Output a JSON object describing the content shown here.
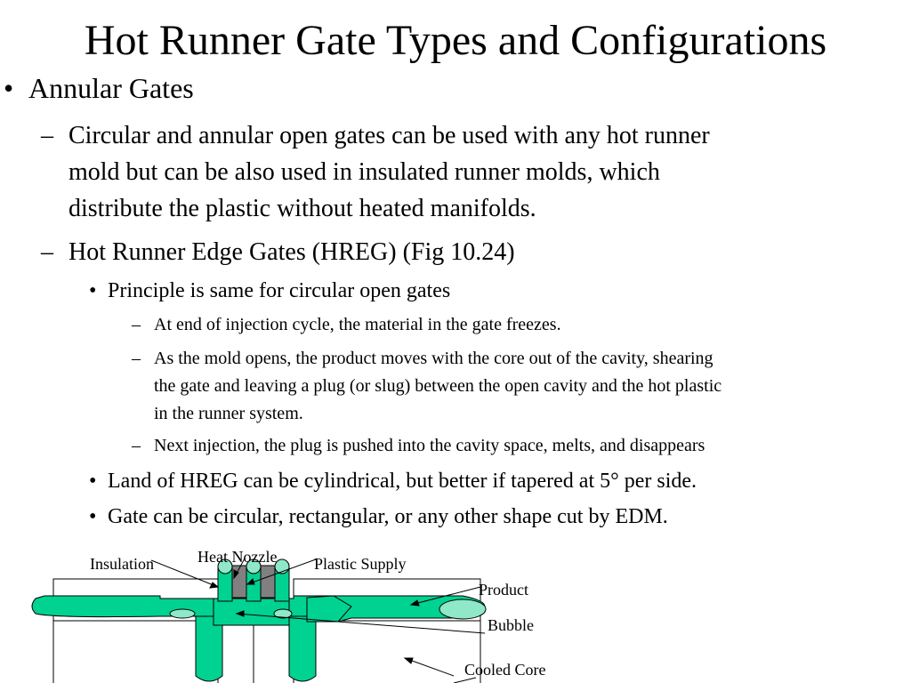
{
  "slide": {
    "title": "Hot Runner Gate Types and Configurations",
    "bullet_marker": "•",
    "dash_marker": "–",
    "heading": "Annular Gates",
    "sub1_lines": [
      "Circular and annular open gates can be used with any hot runner",
      "mold but can be also used in insulated runner molds, which",
      "distribute the plastic without heated manifolds."
    ],
    "sub2": "Hot Runner Edge Gates (HREG) (Fig 10.24)",
    "principle": "Principle is same for circular open gates",
    "details": [
      {
        "lines": [
          "At end of injection cycle, the material in the gate freezes."
        ]
      },
      {
        "lines": [
          "As the mold opens, the product moves with the core out of the cavity, shearing",
          "the gate and leaving a plug (or slug) between the open cavity and the hot plastic",
          "in the runner system."
        ]
      },
      {
        "lines": [
          "Next injection, the plug is pushed into the cavity space, melts, and disappears"
        ]
      }
    ],
    "land": "Land of HREG can be cylindrical, but better if tapered at 5° per side.",
    "gate_shape": "Gate can be circular, rectangular, or any other shape cut by EDM."
  },
  "diagram": {
    "labels": {
      "insulation": "Insulation",
      "heat_nozzle": "Heat Nozzle",
      "plastic_supply": "Plastic Supply",
      "product": "Product",
      "bubble": "Bubble",
      "cooled_core": "Cooled Core"
    },
    "colors": {
      "plastic": "#00d291",
      "bubble": "#8fe8c8",
      "nozzle": "#808080",
      "line": "#000000"
    }
  }
}
